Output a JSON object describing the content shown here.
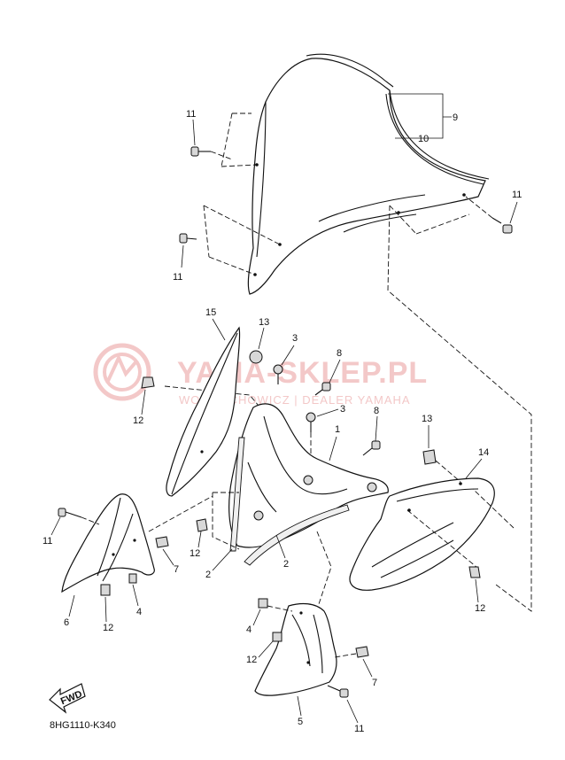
{
  "watermark": {
    "title": "YAMA-SKLEP.PL",
    "subtitle": "WOJCIECHOWICZ | DEALER YAMAHA"
  },
  "fwd_label": "FWD",
  "diagram_code": "8HG1110-K340",
  "callouts": {
    "c1": "1",
    "c2a": "2",
    "c2b": "2",
    "c3a": "3",
    "c3b": "3",
    "c4a": "4",
    "c4b": "4",
    "c5": "5",
    "c6": "6",
    "c7a": "7",
    "c7b": "7",
    "c8a": "8",
    "c8b": "8",
    "c9": "9",
    "c10": "10",
    "c11a": "11",
    "c11b": "11",
    "c11c": "11",
    "c11d": "11",
    "c11e": "11",
    "c12a": "12",
    "c12b": "12",
    "c12c": "12",
    "c12d": "12",
    "c12e": "12",
    "c13a": "13",
    "c13b": "13",
    "c14": "14",
    "c15": "15"
  }
}
